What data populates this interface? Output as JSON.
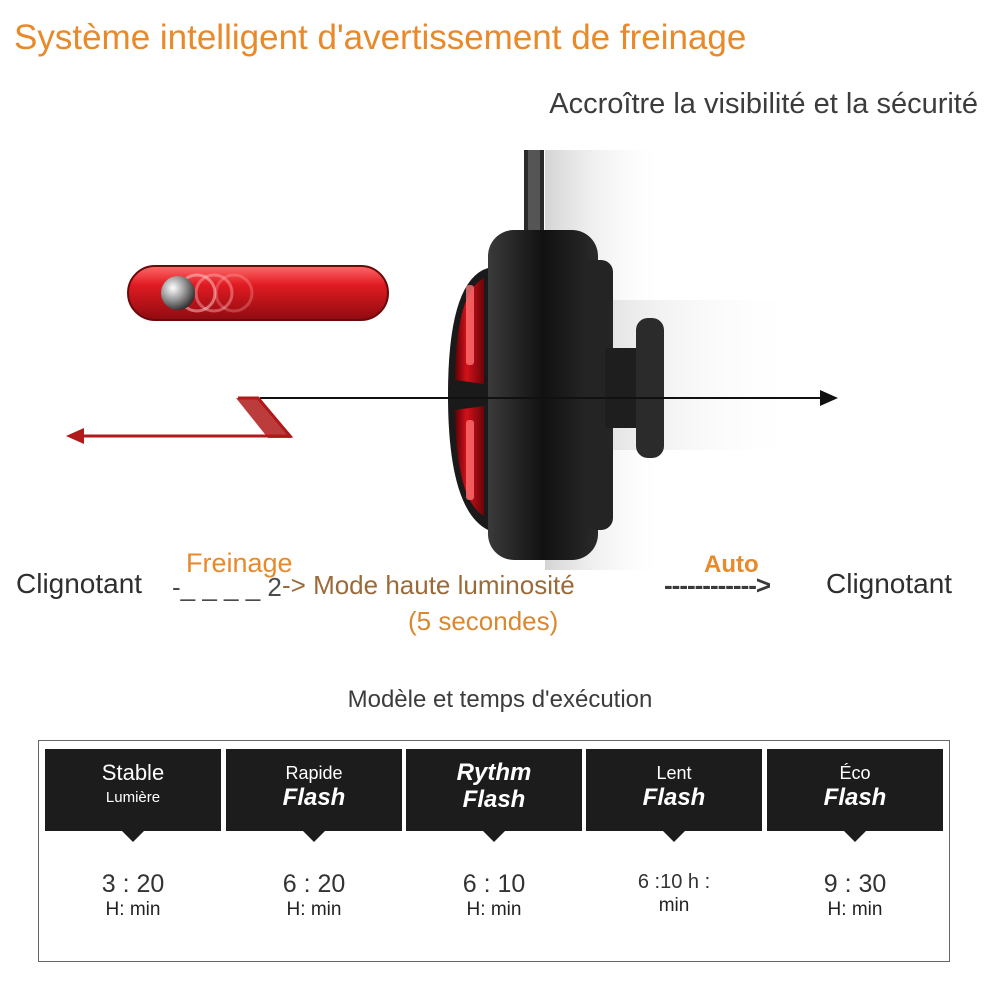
{
  "title": "Système intelligent d'avertissement de freinage",
  "subtitle": "Accroître la visibilité et la sécurité",
  "flow": {
    "left_label": "Clignotant",
    "dash_left": "-_ _ _ _ 2",
    "brake_label": "Freinage",
    "mode_label": "-> Mode haute luminosité",
    "duration": "(5 secondes)",
    "auto_label": "Auto",
    "dash_right": "------------>",
    "right_label": "Clignotant"
  },
  "table_caption": "Modèle et temps d'exécution",
  "modes": [
    {
      "line1": "Stable",
      "line2": "Lumière",
      "time": "3 : 20",
      "unit": "H: min"
    },
    {
      "line1": "Rapide",
      "line2": "Flash",
      "time": "6 : 20",
      "unit": "H: min"
    },
    {
      "line1": "Rythm",
      "line2": "Flash",
      "time": "6 : 10",
      "unit": "H: min"
    },
    {
      "line1": "Lent",
      "line2": "Flash",
      "time": "6 :10 h :",
      "unit": "min"
    },
    {
      "line1": "Éco",
      "line2": "Flash",
      "time": "9 : 30",
      "unit": "H: min"
    }
  ],
  "colors": {
    "accent": "#e8892a",
    "light_red": "#c8141c",
    "arrow_red": "#b01a1a",
    "dark_panel": "#1c1c1c"
  }
}
